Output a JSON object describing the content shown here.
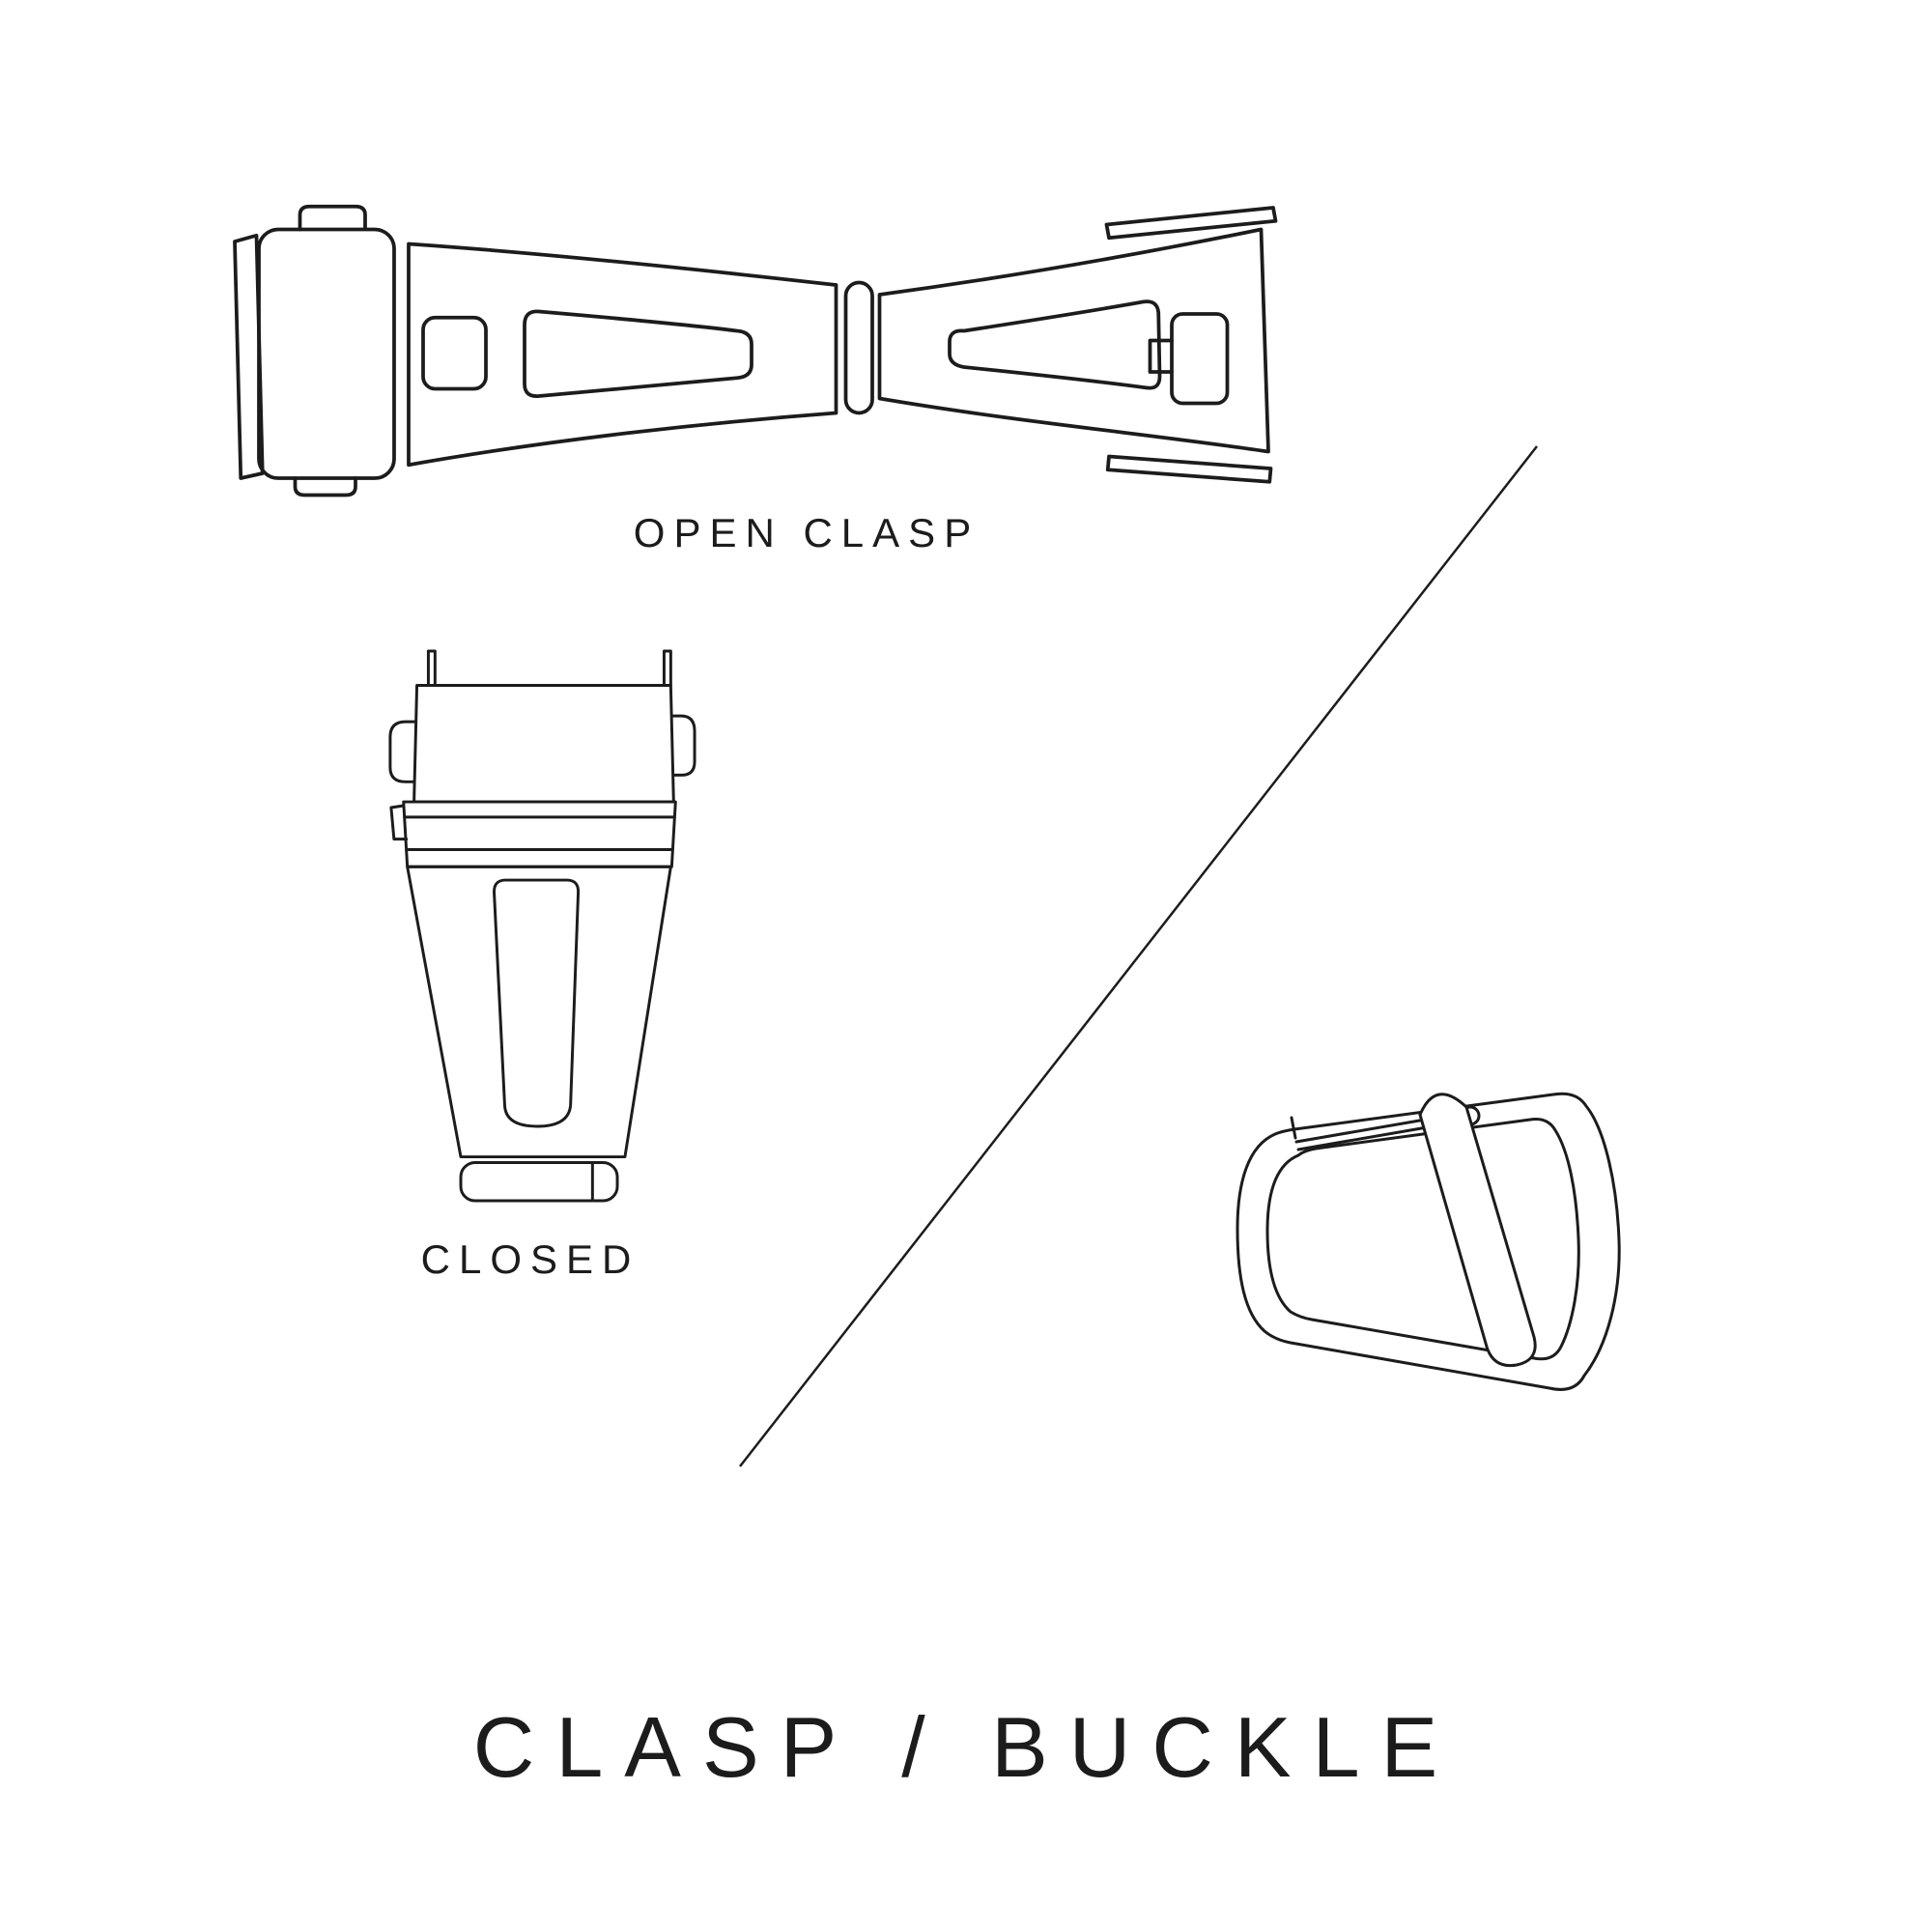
{
  "title": {
    "text": "CLASP / BUCKLE"
  },
  "figures": {
    "open_clasp": {
      "label": "OPEN CLASP"
    },
    "closed_clasp": {
      "label": "CLOSED"
    }
  },
  "colors": {
    "background": "#ffffff",
    "ink": "#1c1c1c"
  }
}
